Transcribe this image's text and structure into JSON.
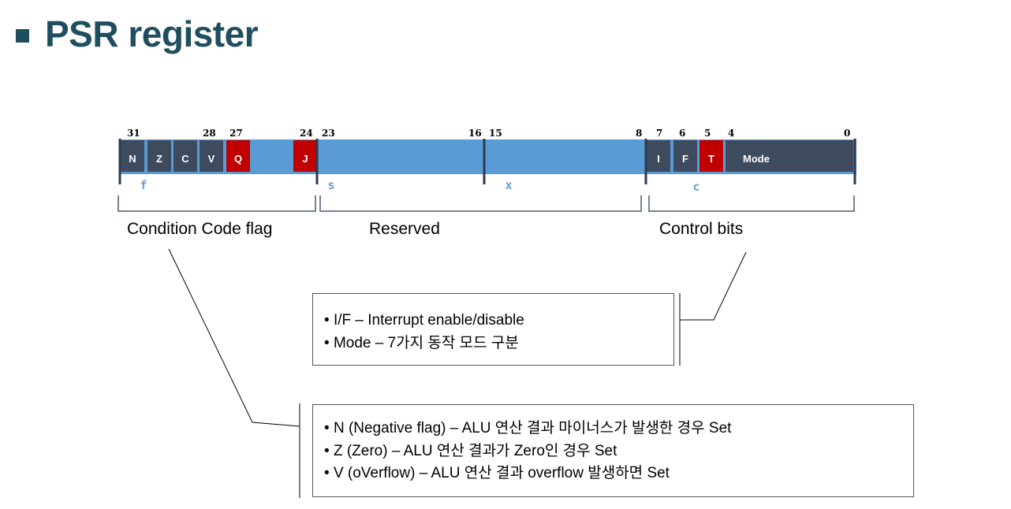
{
  "title": "PSR register",
  "register": {
    "bit_numbers": [
      "31",
      "28",
      "27",
      "24",
      "23",
      "16",
      "15",
      "8",
      "7",
      "6",
      "5",
      "4",
      "0"
    ],
    "cells": [
      "N",
      "Z",
      "C",
      "V",
      "Q",
      "J",
      "I",
      "F",
      "T",
      "Mode"
    ],
    "field_letters": [
      "f",
      "s",
      "x",
      "c"
    ],
    "colors": {
      "flag": "#3e4a5e",
      "highlight": "#c00000",
      "field": "#5b9bd5"
    }
  },
  "groups": {
    "condition": "Condition Code flag",
    "reserved": "Reserved",
    "control": "Control bits"
  },
  "control_box": {
    "items": [
      "I/F – Interrupt enable/disable",
      "Mode – 7가지 동작 모드 구분"
    ]
  },
  "condition_box": {
    "items": [
      "N (Negative flag) – ALU 연산 결과 마이너스가 발생한 경우 Set",
      "Z (Zero) – ALU 연산 결과가 Zero인 경우 Set",
      "V (oVerflow) – ALU 연산 결과 overflow 발생하면 Set"
    ]
  }
}
